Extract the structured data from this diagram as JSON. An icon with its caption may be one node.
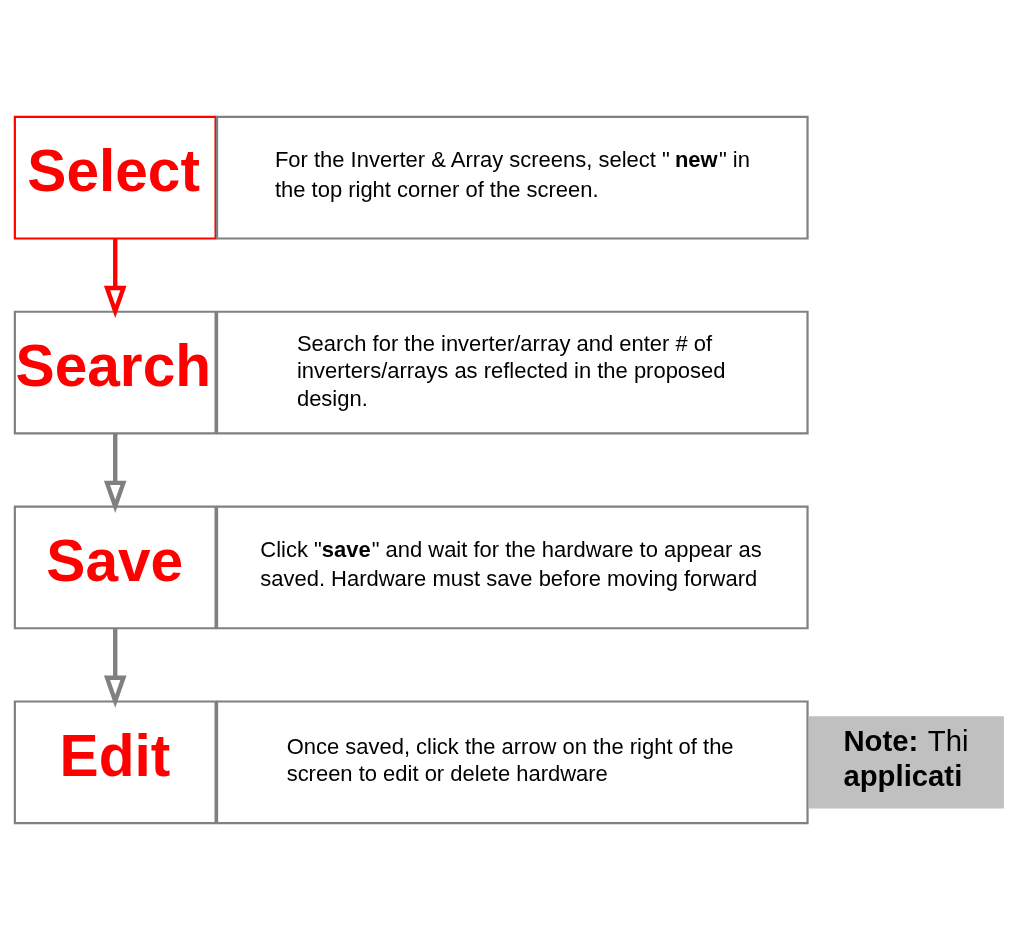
{
  "diagram": {
    "nodes": [
      {
        "text": [
          "Select"
        ]
      },
      {
        "text": [
          "Search"
        ]
      },
      {
        "text": [
          "Save"
        ]
      },
      {
        "text": [
          "Edit"
        ]
      },
      {
        "text": [
          "For the Inverter & Array screens, select \"**new**\" in the top right corner of the screen."
        ]
      },
      {
        "text": [
          "Search for the inverter/array and enter # of inverters/arrays as reflected in the proposed design."
        ]
      },
      {
        "text": [
          "Click \"**save**\" and wait for the hardware to appear as saved. Hardware must save before moving forward"
        ]
      },
      {
        "text": [
          "Once saved, click the arrow on the right of the screen to edit or delete hardware"
        ]
      },
      {
        "text": [
          "**Note:** Thi **applicati**"
        ]
      }
    ],
    "edges": [
      {
        "from": 0,
        "to": 1,
        "arrow": "to",
        "color": "#ff0000"
      },
      {
        "from": 1,
        "to": 2,
        "arrow": "to"
      },
      {
        "from": 2,
        "to": 3,
        "arrow": "to"
      }
    ]
  }
}
